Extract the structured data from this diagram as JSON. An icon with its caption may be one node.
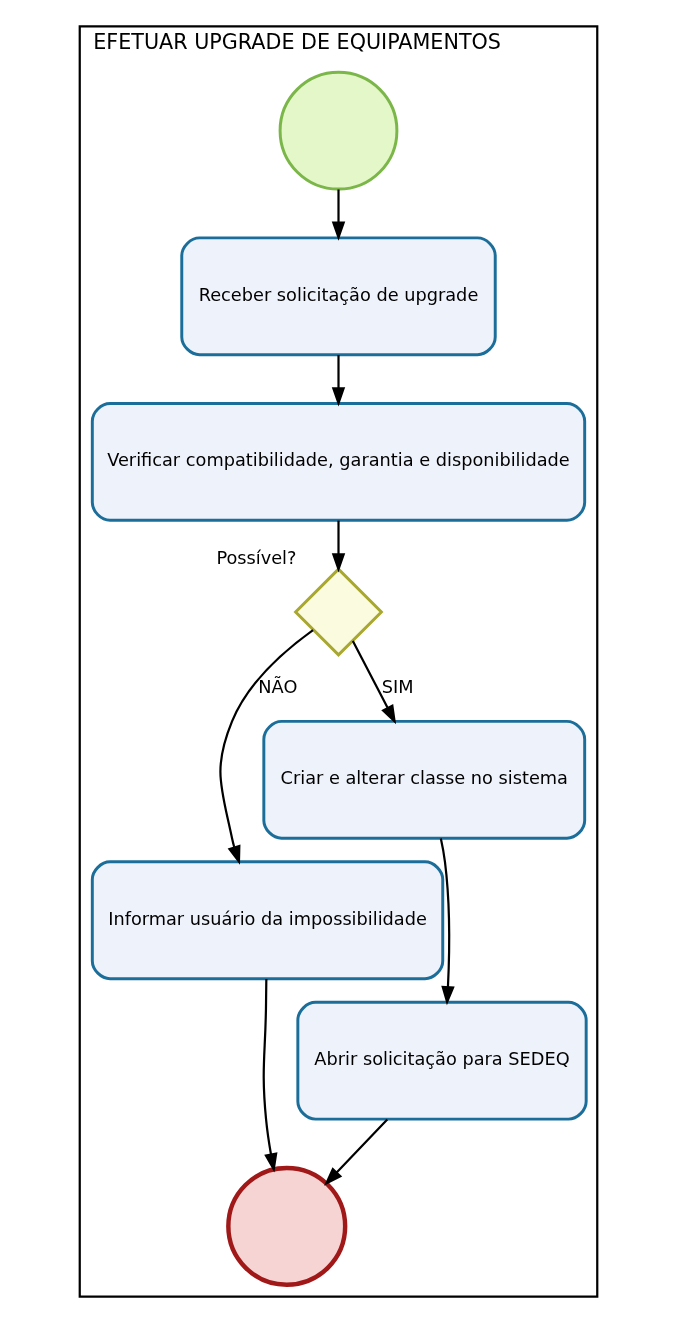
{
  "diagram": {
    "nodes": [
      {
        "text": [
          "EFETUAR UPGRADE DE EQUIPAMENTOS"
        ]
      },
      {
        "text": [],
        "shape": "circle",
        "in": 0
      },
      {
        "text": [
          "Receber solicitação de upgrade"
        ],
        "in": 0
      },
      {
        "text": [
          "Verificar compatibilidade, garantia e disponibilidade"
        ],
        "in": 0
      },
      {
        "text": [],
        "shape": "diamond",
        "beside": [
          "Possível?"
        ],
        "in": 0
      },
      {
        "text": [
          "Informar usuário da impossibilidade"
        ],
        "in": 0
      },
      {
        "text": [
          "Criar e alterar classe no sistema"
        ],
        "in": 0
      },
      {
        "text": [
          "Abrir solicitação para SEDEQ"
        ],
        "in": 0
      },
      {
        "text": [],
        "shape": "circle",
        "in": 0
      }
    ],
    "edges": [
      {
        "from": 1,
        "to": 2,
        "arrow": "to"
      },
      {
        "from": 2,
        "to": 3,
        "arrow": "to"
      },
      {
        "from": 3,
        "to": 4,
        "arrow": "to"
      },
      {
        "from": 4,
        "to": 5,
        "arrow": "to",
        "label": "NÃO"
      },
      {
        "from": 4,
        "to": 6,
        "arrow": "to",
        "label": "SIM"
      },
      {
        "from": 6,
        "to": 7,
        "arrow": "to"
      },
      {
        "from": 7,
        "to": 8,
        "arrow": "to"
      },
      {
        "from": 5,
        "to": 8,
        "arrow": "to"
      }
    ]
  }
}
